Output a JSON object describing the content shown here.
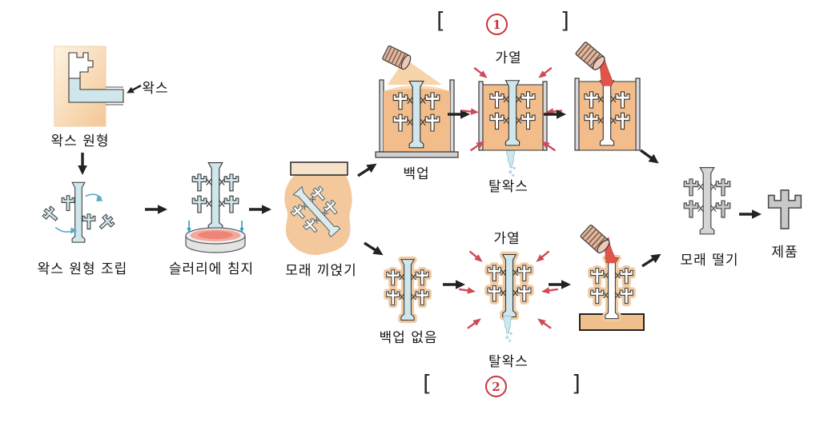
{
  "markers": {
    "top": {
      "open": "[",
      "num": "1",
      "close": "]"
    },
    "bottom": {
      "open": "[",
      "num": "2",
      "close": "]"
    }
  },
  "stages": {
    "wax_pattern": {
      "label": "왁스 원형",
      "callout": "왁스"
    },
    "assembly": {
      "label": "왁스 원형 조립"
    },
    "slurry_dip": {
      "label": "슬러리에 침지"
    },
    "sand_sprinkle": {
      "label": "모래 끼얹기"
    },
    "backup": {
      "label": "백업"
    },
    "heat_top": {
      "label": "가열"
    },
    "dewax_top": {
      "label": "탈왁스"
    },
    "no_backup": {
      "label": "백업 없음"
    },
    "heat_bottom": {
      "label": "가열"
    },
    "dewax_bottom": {
      "label": "탈왁스"
    },
    "sand_shakeout": {
      "label": "모래 떨기"
    },
    "product": {
      "label": "제품"
    }
  },
  "colors": {
    "sand": "#f2bd8a",
    "shell": "#f0cba2",
    "wax": "#cfe7ec",
    "molten_metal": "#e0544a",
    "heat_arrow": "#cd4a58",
    "marker_red": "#c4373d",
    "metal_gray": "#c9c9c9"
  }
}
